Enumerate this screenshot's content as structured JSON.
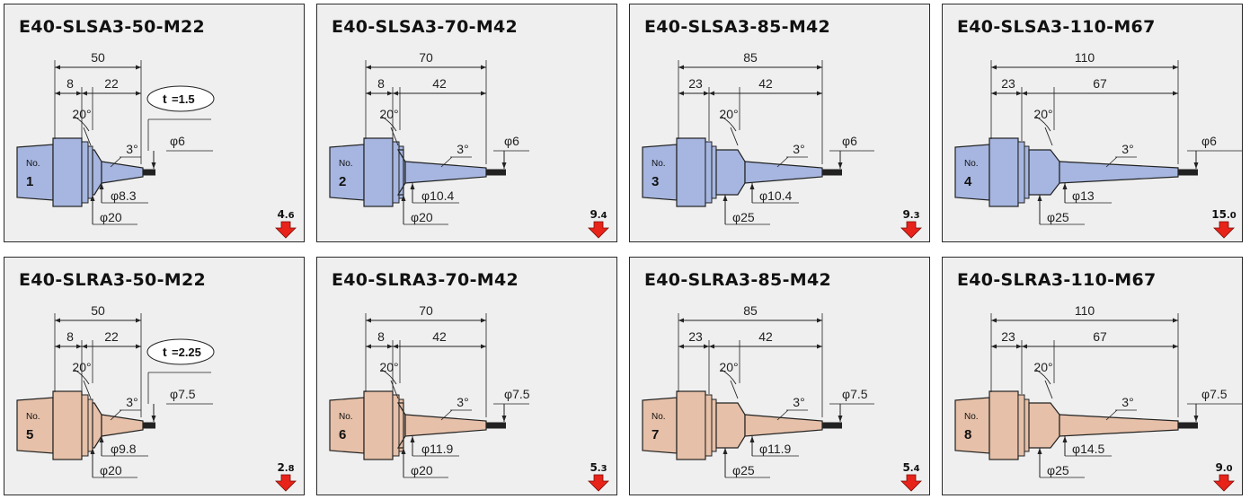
{
  "colors": {
    "body_S": "#a6b6e0",
    "body_R": "#e6c0a8",
    "arrow": "#e8231a",
    "frame": "#2a2a2a",
    "panel": "#efefef"
  },
  "panels": [
    {
      "title": "E40-SLSA3-50-M22",
      "no_label": "No.",
      "no": "1",
      "series": "S",
      "total": "50",
      "seg_a": "8",
      "seg_b": "22",
      "angle": "20°",
      "taper": "3°",
      "tip_dia": "φ6",
      "neck_dia": "φ8.3",
      "base_dia": "φ20",
      "thickness": "1.5",
      "t_label": "t",
      "weight_int": "4",
      "weight_dec": ".6"
    },
    {
      "title": "E40-SLSA3-70-M42",
      "no_label": "No.",
      "no": "2",
      "series": "S",
      "total": "70",
      "seg_a": "8",
      "seg_b": "42",
      "angle": "20°",
      "taper": "3°",
      "tip_dia": "φ6",
      "neck_dia": "φ10.4",
      "base_dia": "φ20",
      "weight_int": "9",
      "weight_dec": ".4"
    },
    {
      "title": "E40-SLSA3-85-M42",
      "no_label": "No.",
      "no": "3",
      "series": "S",
      "total": "85",
      "seg_a": "23",
      "seg_b": "42",
      "angle": "20°",
      "taper": "3°",
      "tip_dia": "φ6",
      "neck_dia": "φ10.4",
      "base_dia": "φ25",
      "weight_int": "9",
      "weight_dec": ".3"
    },
    {
      "title": "E40-SLSA3-110-M67",
      "no_label": "No.",
      "no": "4",
      "series": "S",
      "total": "110",
      "seg_a": "23",
      "seg_b": "67",
      "angle": "20°",
      "taper": "3°",
      "tip_dia": "φ6",
      "neck_dia": "φ13",
      "base_dia": "φ25",
      "weight_int": "15",
      "weight_dec": ".0"
    },
    {
      "title": "E40-SLRA3-50-M22",
      "no_label": "No.",
      "no": "5",
      "series": "R",
      "total": "50",
      "seg_a": "8",
      "seg_b": "22",
      "angle": "20°",
      "taper": "3°",
      "tip_dia": "φ7.5",
      "neck_dia": "φ9.8",
      "base_dia": "φ20",
      "thickness": "2.25",
      "t_label": "t",
      "weight_int": "2",
      "weight_dec": ".8"
    },
    {
      "title": "E40-SLRA3-70-M42",
      "no_label": "No.",
      "no": "6",
      "series": "R",
      "total": "70",
      "seg_a": "8",
      "seg_b": "42",
      "angle": "20°",
      "taper": "3°",
      "tip_dia": "φ7.5",
      "neck_dia": "φ11.9",
      "base_dia": "φ20",
      "weight_int": "5",
      "weight_dec": ".3"
    },
    {
      "title": "E40-SLRA3-85-M42",
      "no_label": "No.",
      "no": "7",
      "series": "R",
      "total": "85",
      "seg_a": "23",
      "seg_b": "42",
      "angle": "20°",
      "taper": "3°",
      "tip_dia": "φ7.5",
      "neck_dia": "φ11.9",
      "base_dia": "φ25",
      "weight_int": "5",
      "weight_dec": ".4"
    },
    {
      "title": "E40-SLRA3-110-M67",
      "no_label": "No.",
      "no": "8",
      "series": "R",
      "total": "110",
      "seg_a": "23",
      "seg_b": "67",
      "angle": "20°",
      "taper": "3°",
      "tip_dia": "φ7.5",
      "neck_dia": "φ14.5",
      "base_dia": "φ25",
      "weight_int": "9",
      "weight_dec": ".0"
    }
  ]
}
